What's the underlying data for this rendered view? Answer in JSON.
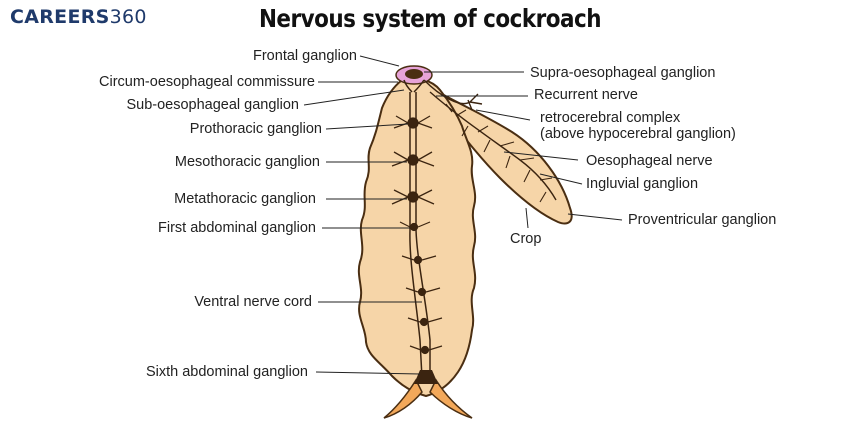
{
  "brand": {
    "name": "CAREERS",
    "number": "360"
  },
  "title": "Nervous system of cockroach",
  "colors": {
    "body_fill": "#f6d5a8",
    "outline": "#4a2e12",
    "ganglion": "#3b2410",
    "head_pink": "#e7a3d8",
    "brand": "#1f3a6b"
  },
  "labels_left": {
    "frontal": "Frontal ganglion",
    "circum": "Circum-oesophageal commissure",
    "sub": "Sub-oesophageal ganglion",
    "prothoracic": "Prothoracic ganglion",
    "mesothoracic": "Mesothoracic ganglion",
    "metathoracic": "Metathoracic ganglion",
    "first_abdominal": "First abdominal ganglion",
    "ventral_cord": "Ventral nerve cord",
    "sixth_abdominal": "Sixth abdominal ganglion"
  },
  "labels_right": {
    "supra": "Supra-oesophageal ganglion",
    "recurrent": "Recurrent nerve",
    "retro_1": "retrocerebral complex",
    "retro_2": "(above hypocerebral ganglion)",
    "oesophageal_nerve": "Oesophageal nerve",
    "ingluvial": "Ingluvial ganglion",
    "proventricular": "Proventricular ganglion",
    "crop": "Crop"
  }
}
